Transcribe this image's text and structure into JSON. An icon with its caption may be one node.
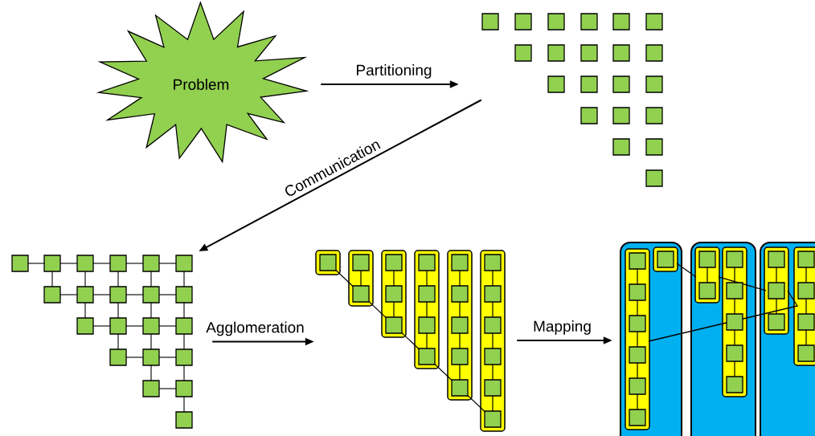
{
  "diagram": {
    "nodes": [
      {
        "text": [
          "Problem"
        ]
      },
      {
        "text": [],
        "shape": "grid"
      },
      {
        "text": [],
        "shape": "grid"
      },
      {
        "text": [],
        "shape": "grid"
      },
      {
        "text": [],
        "shape": "grid"
      }
    ],
    "edges": [
      {
        "from": 0,
        "to": 1,
        "arrow": "to",
        "label": "Partitioning"
      },
      {
        "from": 1,
        "to": 2,
        "arrow": "to",
        "label": "Communication"
      },
      {
        "from": 2,
        "to": 3,
        "arrow": "to",
        "label": "Agglomeration"
      },
      {
        "from": 3,
        "to": 4,
        "arrow": "to",
        "label": "Mapping"
      }
    ]
  }
}
